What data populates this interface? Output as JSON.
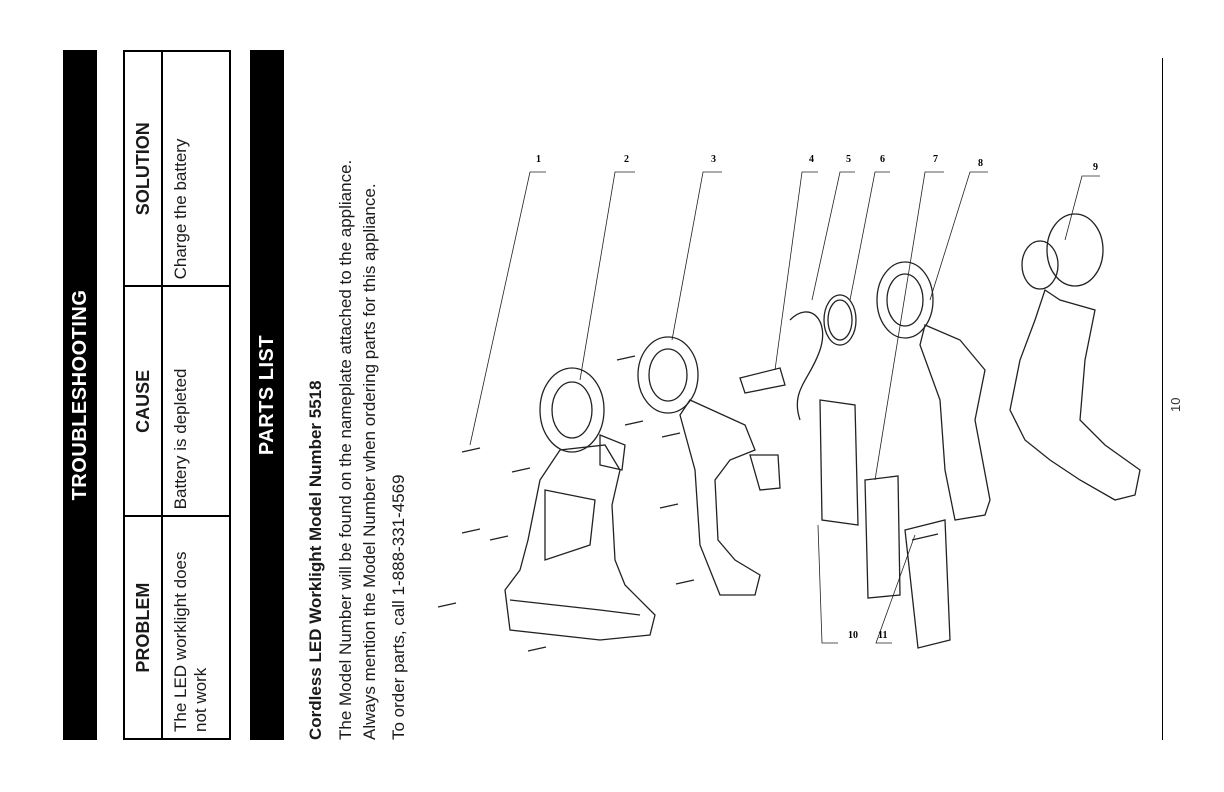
{
  "troubleshooting": {
    "title": "TROUBLESHOOTING",
    "headers": [
      "PROBLEM",
      "CAUSE",
      "SOLUTION"
    ],
    "rows": [
      {
        "problem": "The LED worklight does not work",
        "cause": "Battery is depleted",
        "solution": "Charge the battery"
      }
    ]
  },
  "parts_list": {
    "title": "PARTS LIST",
    "model_heading": "Cordless LED Worklight Model Number 5518",
    "line1": "The Model Number will be found on the nameplate attached to the appliance.",
    "line2": "Always mention the Model Number when ordering parts for this appliance.",
    "line3": "To order parts, call 1-888-331-4569"
  },
  "diagram": {
    "callouts": [
      "1",
      "2",
      "3",
      "4",
      "5",
      "6",
      "7",
      "8",
      "9",
      "10",
      "11"
    ]
  },
  "page_number": "10"
}
